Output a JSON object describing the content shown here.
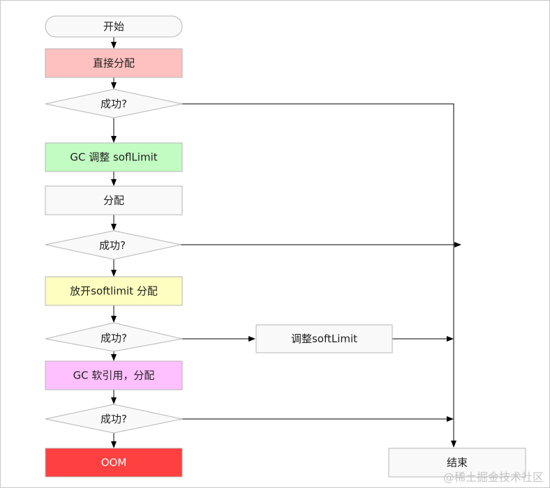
{
  "nodes": {
    "start": "开始",
    "direct_alloc": "直接分配",
    "check1": "成功?",
    "gc_adjust": "GC 调整 soflLimit",
    "alloc": "分配",
    "check2": "成功?",
    "release_alloc": "放开softlimit 分配",
    "check3": "成功?",
    "adjust_softlimit": "调整softLimit",
    "gc_soft_ref": "GC 软引用，分配",
    "check4": "成功?",
    "oom": "OOM",
    "end": "结束"
  },
  "colors": {
    "direct_alloc_fill": "#ffc0c0",
    "gc_adjust_fill": "#c2fcc2",
    "release_alloc_fill": "#fefec0",
    "gc_soft_ref_fill": "#ffc0ff",
    "oom_fill": "#ff4040",
    "default_fill": "#f9f9f9",
    "stroke": "#b5b5b5",
    "edge": "#000000"
  },
  "watermark": "@稀土掘金技术社区"
}
